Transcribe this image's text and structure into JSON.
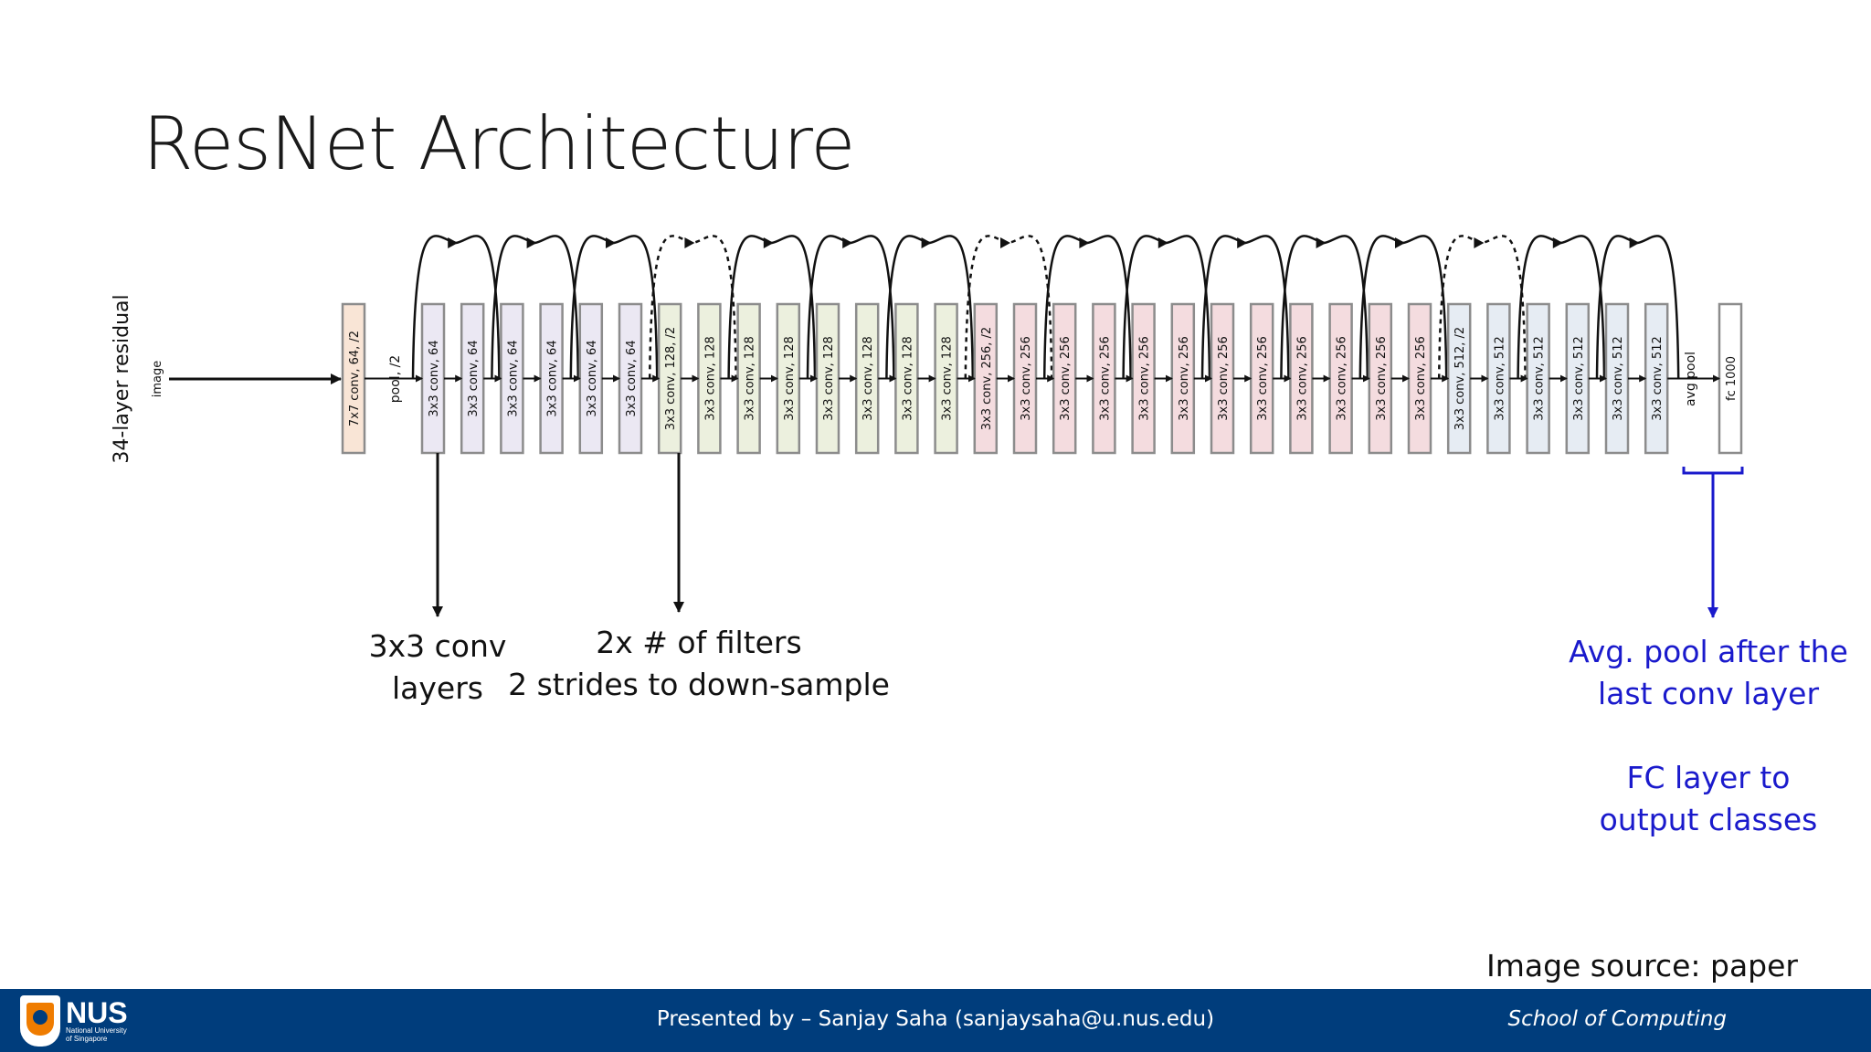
{
  "slide": {
    "title": "ResNet Architecture",
    "source_note": "Image source: paper"
  },
  "diagram": {
    "row_label": "34-layer residual",
    "input_label": "image",
    "pool_label": "pool, /2",
    "avg_pool_label": "avg pool",
    "layers": [
      {
        "label": "7x7 conv, 64, /2",
        "group": "stem"
      },
      {
        "label": "3x3 conv, 64",
        "group": "g64"
      },
      {
        "label": "3x3 conv, 64",
        "group": "g64"
      },
      {
        "label": "3x3 conv, 64",
        "group": "g64"
      },
      {
        "label": "3x3 conv, 64",
        "group": "g64"
      },
      {
        "label": "3x3 conv, 64",
        "group": "g64"
      },
      {
        "label": "3x3 conv, 64",
        "group": "g64"
      },
      {
        "label": "3x3 conv, 128, /2",
        "group": "g128"
      },
      {
        "label": "3x3 conv, 128",
        "group": "g128"
      },
      {
        "label": "3x3 conv, 128",
        "group": "g128"
      },
      {
        "label": "3x3 conv, 128",
        "group": "g128"
      },
      {
        "label": "3x3 conv, 128",
        "group": "g128"
      },
      {
        "label": "3x3 conv, 128",
        "group": "g128"
      },
      {
        "label": "3x3 conv, 128",
        "group": "g128"
      },
      {
        "label": "3x3 conv, 128",
        "group": "g128"
      },
      {
        "label": "3x3 conv, 256, /2",
        "group": "g256"
      },
      {
        "label": "3x3 conv, 256",
        "group": "g256"
      },
      {
        "label": "3x3 conv, 256",
        "group": "g256"
      },
      {
        "label": "3x3 conv, 256",
        "group": "g256"
      },
      {
        "label": "3x3 conv, 256",
        "group": "g256"
      },
      {
        "label": "3x3 conv, 256",
        "group": "g256"
      },
      {
        "label": "3x3 conv, 256",
        "group": "g256"
      },
      {
        "label": "3x3 conv, 256",
        "group": "g256"
      },
      {
        "label": "3x3 conv, 256",
        "group": "g256"
      },
      {
        "label": "3x3 conv, 256",
        "group": "g256"
      },
      {
        "label": "3x3 conv, 256",
        "group": "g256"
      },
      {
        "label": "3x3 conv, 256",
        "group": "g256"
      },
      {
        "label": "3x3 conv, 512, /2",
        "group": "g512"
      },
      {
        "label": "3x3 conv, 512",
        "group": "g512"
      },
      {
        "label": "3x3 conv, 512",
        "group": "g512"
      },
      {
        "label": "3x3 conv, 512",
        "group": "g512"
      },
      {
        "label": "3x3 conv, 512",
        "group": "g512"
      },
      {
        "label": "3x3 conv, 512",
        "group": "g512"
      },
      {
        "label": "fc 1000",
        "group": "fc"
      }
    ],
    "group_colors": {
      "stem": "#f9e5d6",
      "g64": "#ebe8f3",
      "g128": "#ecf0de",
      "g256": "#f4dcdf",
      "g512": "#e6ecf3",
      "fc": "#ffffff"
    },
    "skip_connections": [
      {
        "solid": true
      },
      {
        "solid": true
      },
      {
        "solid": true
      },
      {
        "solid": false
      },
      {
        "solid": true
      },
      {
        "solid": true
      },
      {
        "solid": true
      },
      {
        "solid": false
      },
      {
        "solid": true
      },
      {
        "solid": true
      },
      {
        "solid": true
      },
      {
        "solid": true
      },
      {
        "solid": true
      },
      {
        "solid": false
      },
      {
        "solid": true
      },
      {
        "solid": true
      }
    ]
  },
  "annotations": {
    "conv_layers": [
      "3x3 conv",
      "layers"
    ],
    "filters": [
      "2x # of filters",
      "2 strides to down-sample"
    ],
    "avg_pool": [
      "Avg. pool after the",
      "last conv layer"
    ],
    "fc": [
      "FC layer to",
      "output classes"
    ],
    "highlight_color": "#1a1acc"
  },
  "footer": {
    "logo_text": "NUS",
    "logo_subtext": [
      "National University",
      "of Singapore"
    ],
    "presenter": "Presented by – Sanjay Saha (sanjaysaha@u.nus.edu)",
    "school": "School of Computing",
    "bar_color": "#003d7c"
  }
}
